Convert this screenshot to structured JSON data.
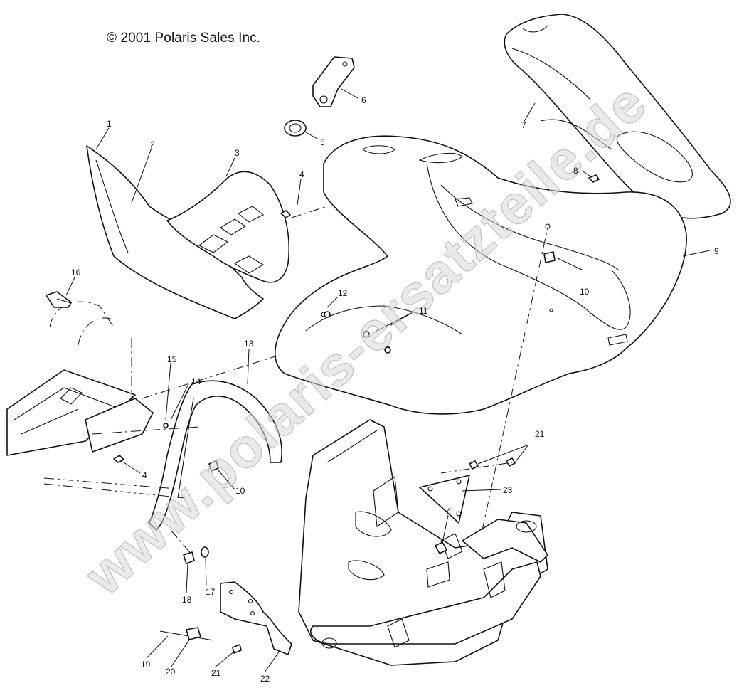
{
  "copyright": "© 2001 Polaris Sales Inc.",
  "watermark": "www.polaris-ersatzteile.de",
  "callouts": [
    {
      "id": "c1",
      "label": "1"
    },
    {
      "id": "c2",
      "label": "2"
    },
    {
      "id": "c3",
      "label": "3"
    },
    {
      "id": "c4a",
      "label": "4"
    },
    {
      "id": "c4b",
      "label": "4"
    },
    {
      "id": "c4c",
      "label": "4"
    },
    {
      "id": "c5",
      "label": "5"
    },
    {
      "id": "c6",
      "label": "6"
    },
    {
      "id": "c7",
      "label": "7"
    },
    {
      "id": "c8",
      "label": "8"
    },
    {
      "id": "c9",
      "label": "9"
    },
    {
      "id": "c10a",
      "label": "10"
    },
    {
      "id": "c10b",
      "label": "10"
    },
    {
      "id": "c11",
      "label": "11"
    },
    {
      "id": "c12",
      "label": "12"
    },
    {
      "id": "c13",
      "label": "13"
    },
    {
      "id": "c14",
      "label": "14"
    },
    {
      "id": "c15",
      "label": "15"
    },
    {
      "id": "c16",
      "label": "16"
    },
    {
      "id": "c17",
      "label": "17"
    },
    {
      "id": "c18",
      "label": "18"
    },
    {
      "id": "c19",
      "label": "19"
    },
    {
      "id": "c20",
      "label": "20"
    },
    {
      "id": "c21a",
      "label": "21"
    },
    {
      "id": "c21b",
      "label": "21"
    },
    {
      "id": "c22",
      "label": "22"
    },
    {
      "id": "c23",
      "label": "23"
    }
  ]
}
